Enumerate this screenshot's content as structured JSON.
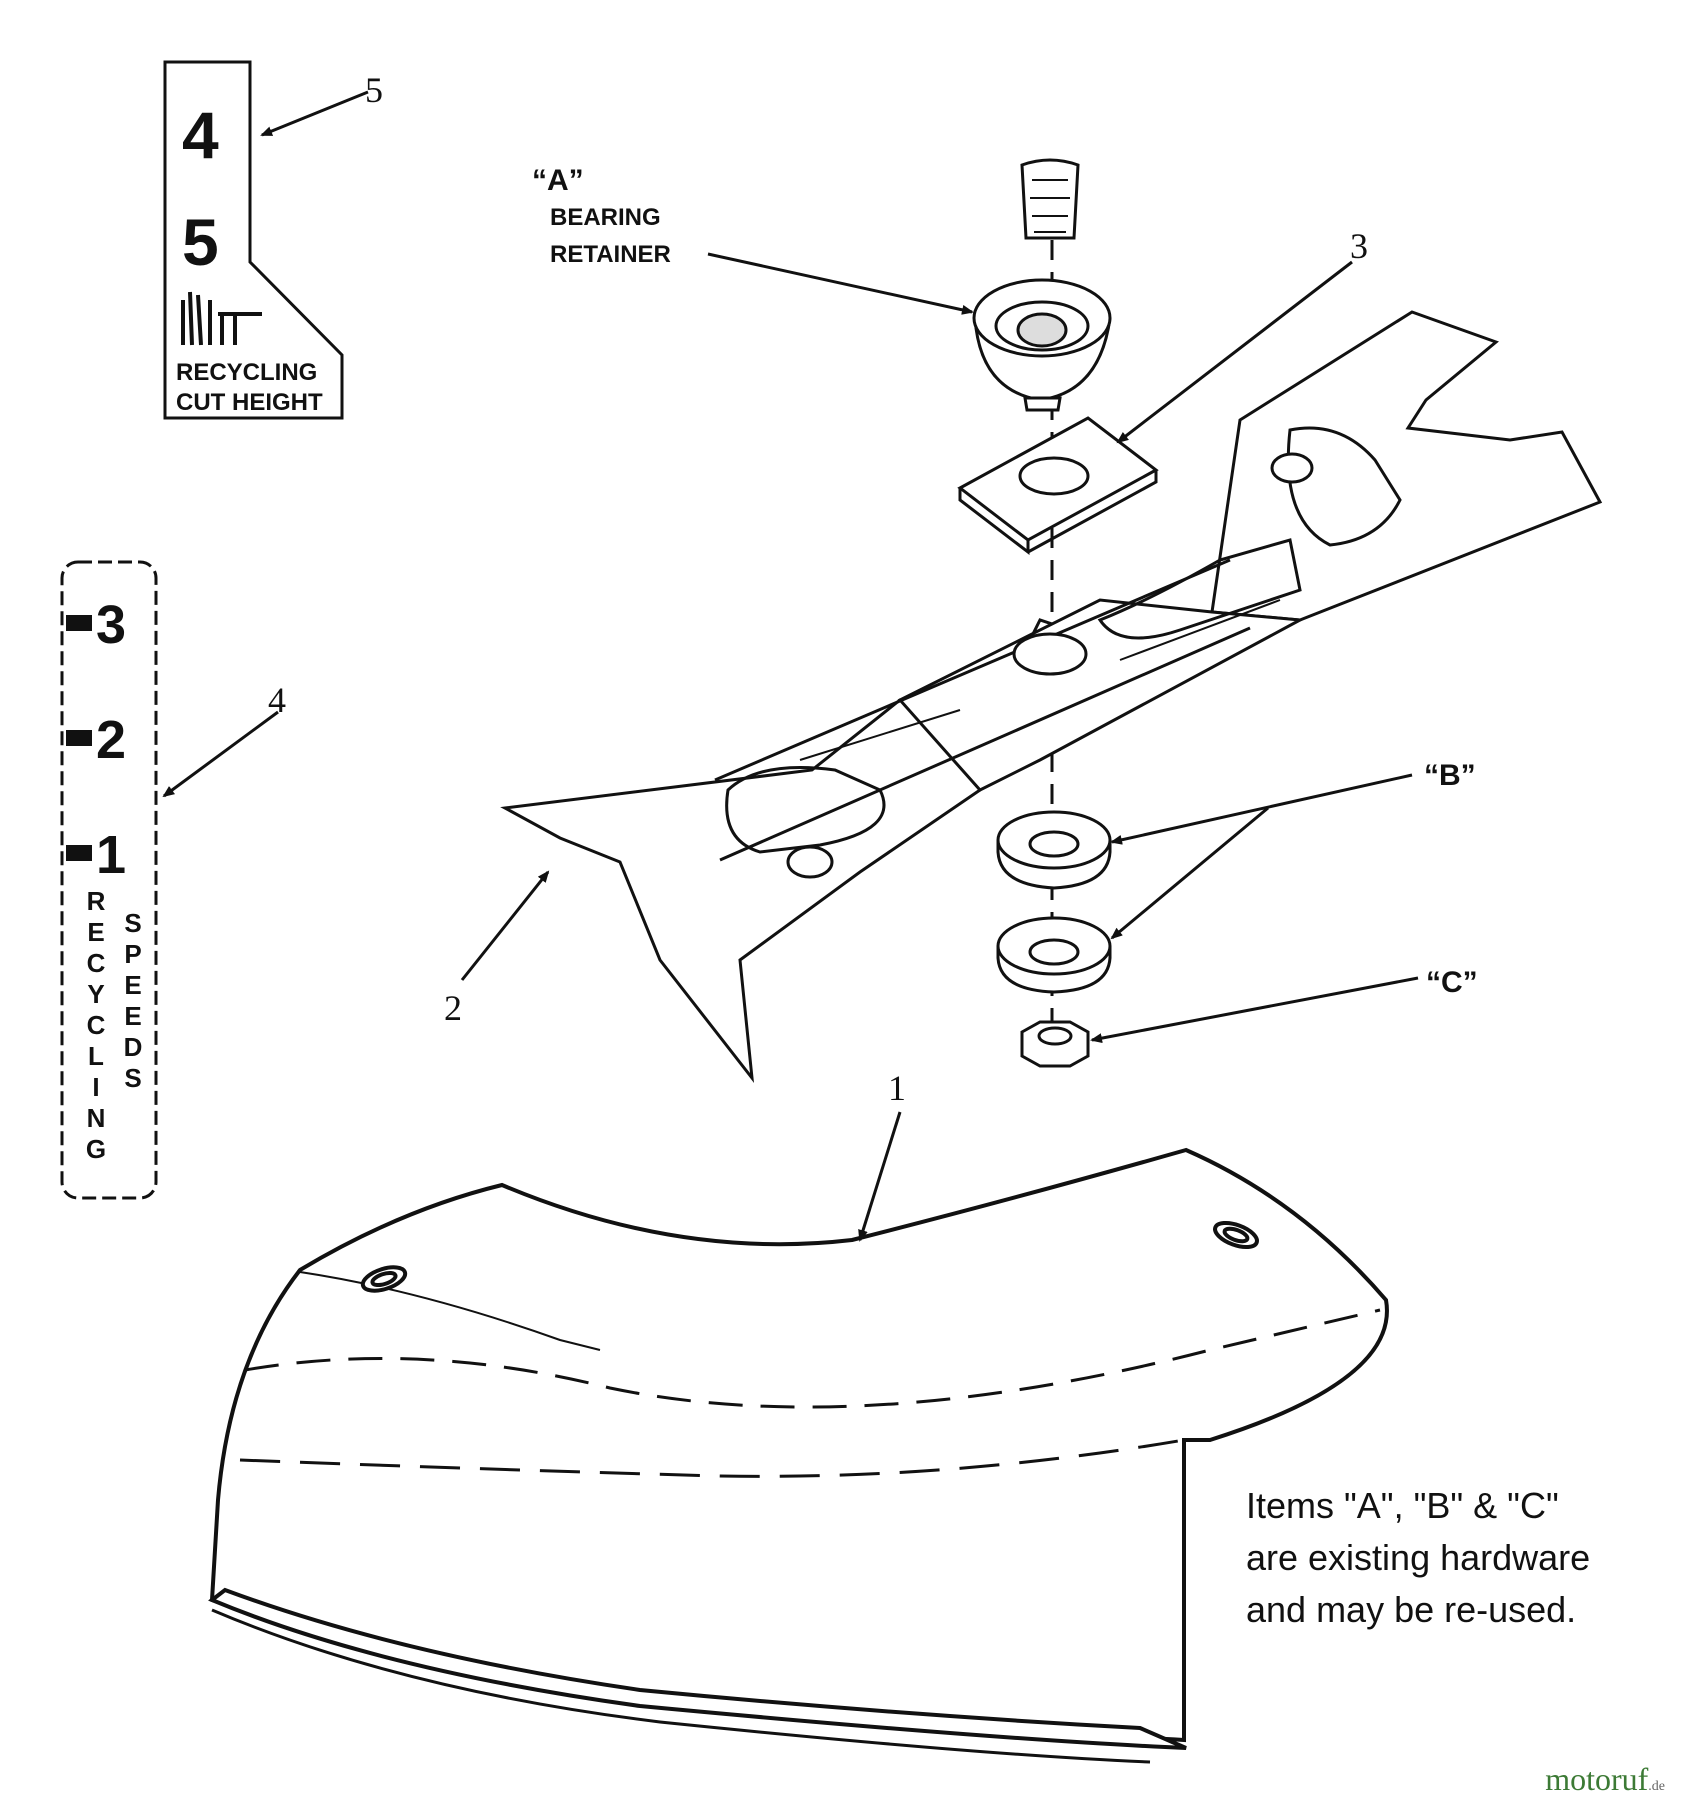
{
  "callouts": [
    "1",
    "2",
    "3",
    "4",
    "5"
  ],
  "hardware": {
    "a": "“A”",
    "a_line1": "BEARING",
    "a_line2": "RETAINER",
    "b": "“B”",
    "c": "“C”"
  },
  "cut_height_decal": {
    "number_top": "4",
    "number_bottom": "5",
    "caption_line1": "RECYCLING",
    "caption_line2": "CUT HEIGHT"
  },
  "speeds_decal": {
    "speeds": [
      "3",
      "2",
      "1"
    ],
    "word_left": "RECYCLING",
    "word_right": "SPEEDS"
  },
  "note": [
    "Items \"A\", \"B\" & \"C\"",
    "are existing hardware",
    "and may be re-used."
  ],
  "watermark": {
    "main": "motoruf",
    "suffix": ".de"
  }
}
